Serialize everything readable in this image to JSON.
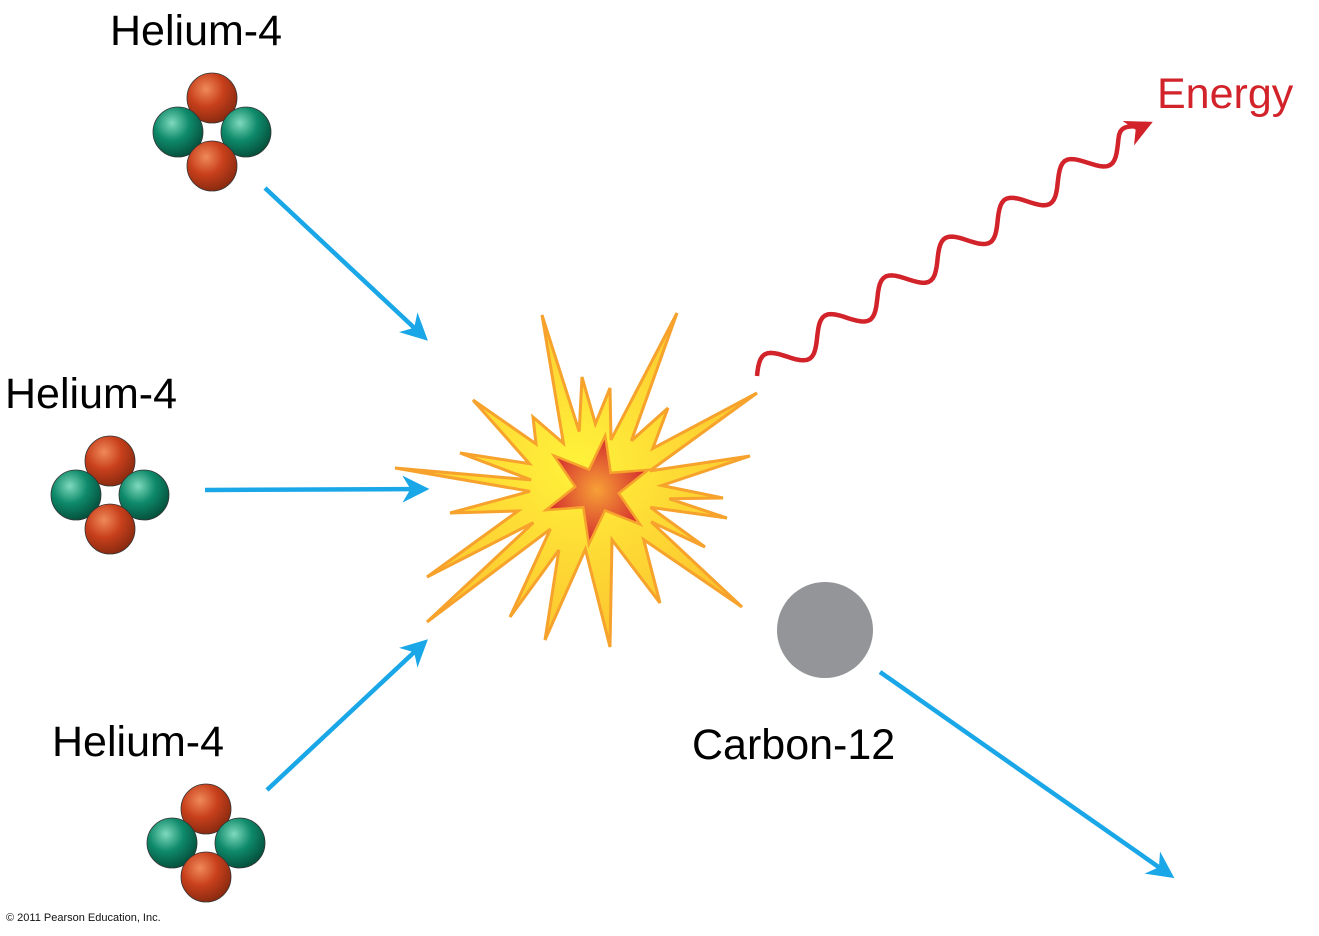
{
  "labels": {
    "helium_top": "Helium-4",
    "helium_middle": "Helium-4",
    "helium_bottom": "Helium-4",
    "energy": "Energy",
    "carbon": "Carbon-12"
  },
  "copyright": "© 2011 Pearson Education, Inc.",
  "colors": {
    "proton": "#c8401c",
    "neutron": "#0e8a6a",
    "arrow": "#1aa7e8",
    "energy": "#d2232a",
    "carbon": "#939598",
    "burst_fill": "#fcd535",
    "burst_stroke": "#f6a22c"
  }
}
